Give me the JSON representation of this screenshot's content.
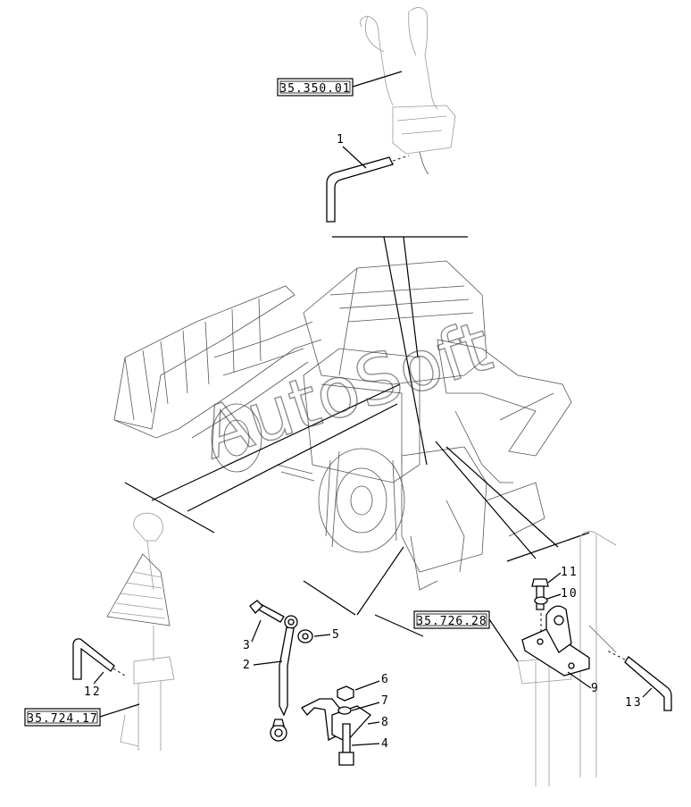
{
  "refs": {
    "r1": "35.350.01",
    "r2": "35.726.28",
    "r3": "35.724.17"
  },
  "callouts": {
    "c1": "1",
    "c2": "2",
    "c3": "3",
    "c4": "4",
    "c5": "5",
    "c6": "6",
    "c7": "7",
    "c8": "8",
    "c9": "9",
    "c10": "10",
    "c11": "11",
    "c12": "12",
    "c13": "13"
  },
  "watermark": "AutoSoft"
}
